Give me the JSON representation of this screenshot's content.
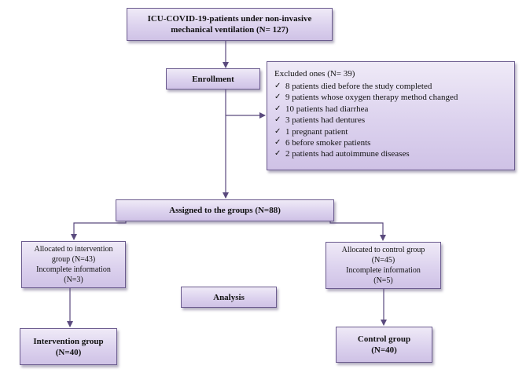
{
  "boxes": {
    "top": {
      "line1": "ICU-COVID-19-patients under non-invasive",
      "line2": "mechanical ventilation (N= 127)"
    },
    "enrollment": {
      "label": "Enrollment"
    },
    "excluded": {
      "title": "Excluded ones (N= 39)",
      "items": [
        "8 patients died before the study completed",
        "9 patients whose oxygen therapy method changed",
        "10 patients had diarrhea",
        "3 patients had dentures",
        "1 pregnant patient",
        "6 before smoker patients",
        "2 patients had autoimmune diseases"
      ]
    },
    "assigned": {
      "label": "Assigned to the groups (N=88)"
    },
    "allocated_intervention": {
      "line1": "Allocated to intervention",
      "line2": "group (N=43)",
      "line3": "Incomplete information",
      "line4": "(N=3)"
    },
    "allocated_control": {
      "line1": "Allocated to control group",
      "line2": "(N=45)",
      "line3": "Incomplete information",
      "line4": "(N=5)"
    },
    "analysis": {
      "label": "Analysis"
    },
    "intervention_group": {
      "line1": "Intervention group",
      "line2": "(N=40)"
    },
    "control_group": {
      "line1": "Control group",
      "line2": "(N=40)"
    }
  },
  "colors": {
    "box_border": "#6b5b8e",
    "box_fill_light": "#efeaf7",
    "box_fill_dark": "#cfc2e6",
    "connector": "#5a4a7e"
  },
  "icons": {
    "bullet": "check-icon"
  }
}
